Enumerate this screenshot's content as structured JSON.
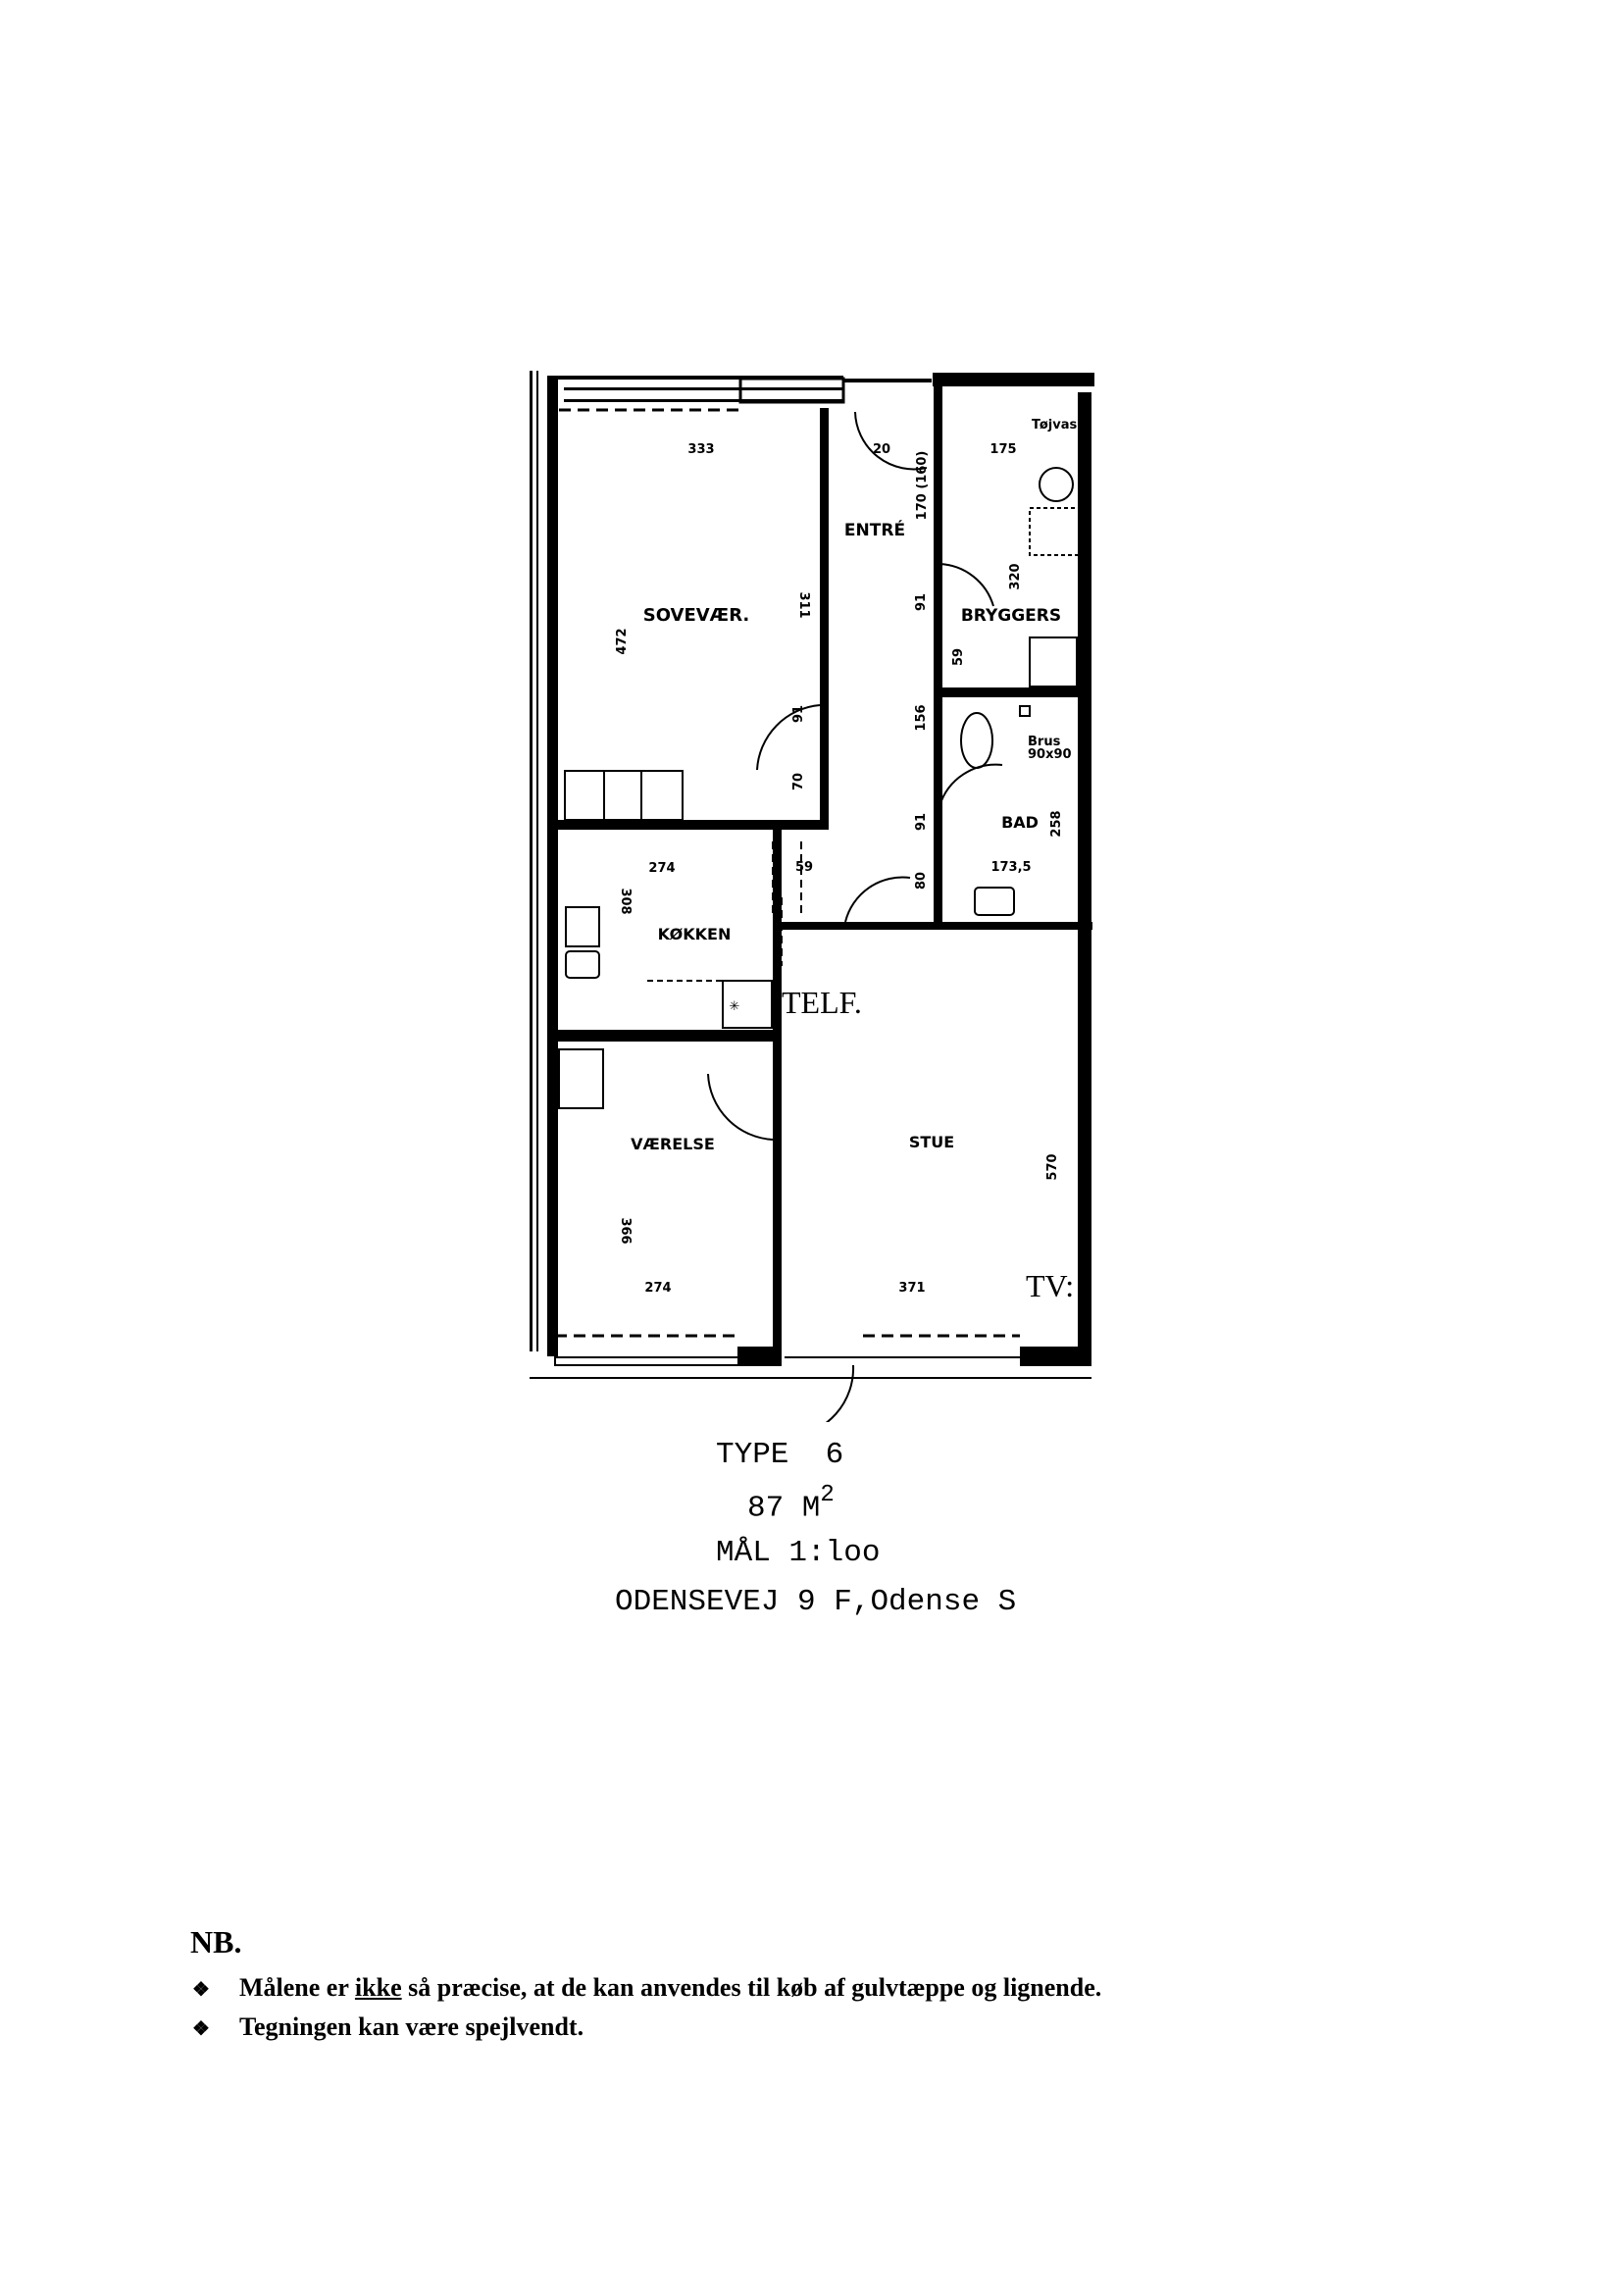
{
  "plan": {
    "rooms": {
      "sovevaer": "SOVEVÆR.",
      "entre": "ENTRÉ",
      "bryggers": "BRYGGERS",
      "bad": "BAD",
      "kokken": "KØKKEN",
      "vaerelse": "VÆRELSE",
      "stue": "STUE"
    },
    "labels": {
      "telf": "TELF.",
      "tv": "TV:",
      "tojvask": "Tøjvask",
      "brus": "Brus",
      "brus_size": "90x90"
    },
    "dims": {
      "sov_w": "333",
      "sov_h": "472",
      "sov_311": "311",
      "sov_door": "91",
      "sov_70": "70",
      "entre_20": "20",
      "entre_170": "170 (160)",
      "entre_91a": "91",
      "entre_59": "59",
      "entre_156": "156",
      "entre_91b": "91",
      "entre_80": "80",
      "bry_w": "175",
      "bry_h": "320",
      "bad_w": "173,5",
      "bad_h": "258",
      "hall_59": "59",
      "kok_w": "274",
      "kok_h": "308",
      "vae_w": "274",
      "vae_h": "366",
      "stue_w": "371",
      "stue_h": "570"
    }
  },
  "caption": {
    "type": "TYPE  6",
    "area": "87 M",
    "area_sup": "2",
    "scale": "MÅL 1:loo",
    "address": "ODENSEVEJ 9 F,Odense S"
  },
  "notes": {
    "heading": "NB.",
    "bullet_symbol": "❖",
    "items": [
      {
        "pre": "Målene er ",
        "u": "ikke",
        "post": " så præcise, at de kan anvendes til køb af gulvtæppe og lignende."
      },
      {
        "pre": "Tegningen kan være spejlvendt.",
        "u": "",
        "post": ""
      }
    ]
  }
}
